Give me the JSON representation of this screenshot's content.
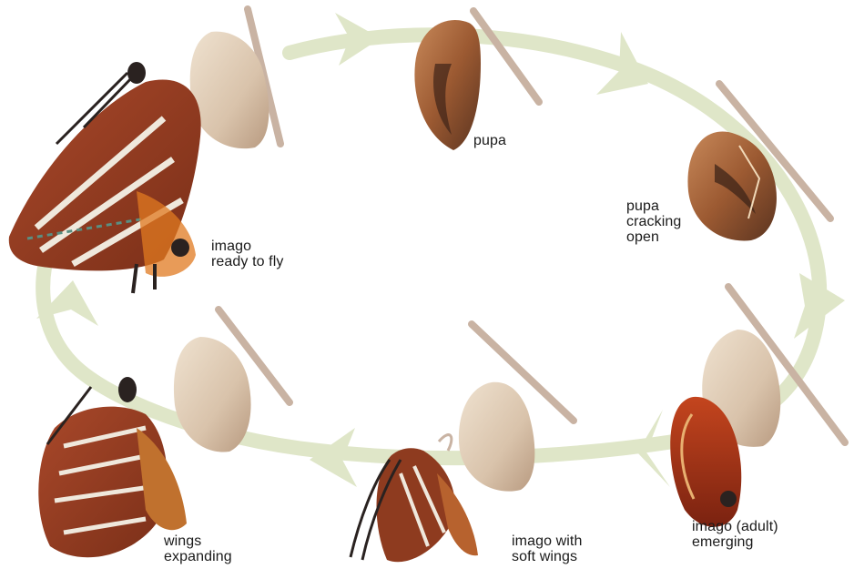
{
  "colors": {
    "cycle_arrow": "#dfe6c8",
    "twig": "#c9b3a3",
    "pupa_brown": "#9c5a32",
    "pupa_dark": "#4a2a1c",
    "shell_tan": "#d9c3ab",
    "wing_brown": "#8e3b1f",
    "wing_white": "#efe8dc",
    "wing_orange": "#e07a20",
    "body_dark": "#2a2220"
  },
  "stages": [
    {
      "id": "pupa",
      "label_lines": [
        "pupa"
      ],
      "icon": "pupa-icon"
    },
    {
      "id": "cracking",
      "label_lines": [
        "pupa",
        "cracking",
        "open"
      ],
      "icon": "pupa-cracking-icon"
    },
    {
      "id": "emerging",
      "label_lines": [
        "imago (adult)",
        "emerging"
      ],
      "icon": "imago-emerging-icon"
    },
    {
      "id": "soft",
      "label_lines": [
        "imago with",
        "soft wings"
      ],
      "icon": "soft-wings-icon"
    },
    {
      "id": "expanding",
      "label_lines": [
        "wings",
        "expanding"
      ],
      "icon": "wings-expanding-icon"
    },
    {
      "id": "ready",
      "label_lines": [
        "imago",
        "ready to fly"
      ],
      "icon": "butterfly-ready-icon"
    }
  ]
}
